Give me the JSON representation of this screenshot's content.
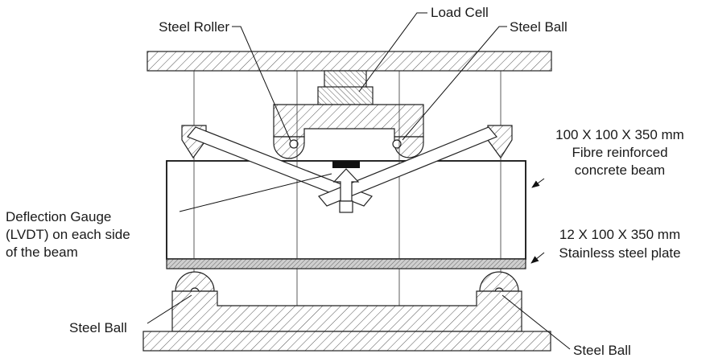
{
  "labels": {
    "steel_roller": "Steel Roller",
    "load_cell": "Load Cell",
    "steel_ball_top": "Steel Ball",
    "beam_dims": "100 X 100 X 350 mm",
    "beam_line1": "Fibre reinforced",
    "beam_line2": "concrete beam",
    "gauge_line1": "Deflection Gauge",
    "gauge_line2": "(LVDT) on each side",
    "gauge_line3": "of the beam",
    "plate_dims": "12 X 100 X 350 mm",
    "plate_desc": "Stainless steel plate",
    "steel_ball_left": "Steel Ball",
    "steel_ball_right": "Steel Ball"
  }
}
